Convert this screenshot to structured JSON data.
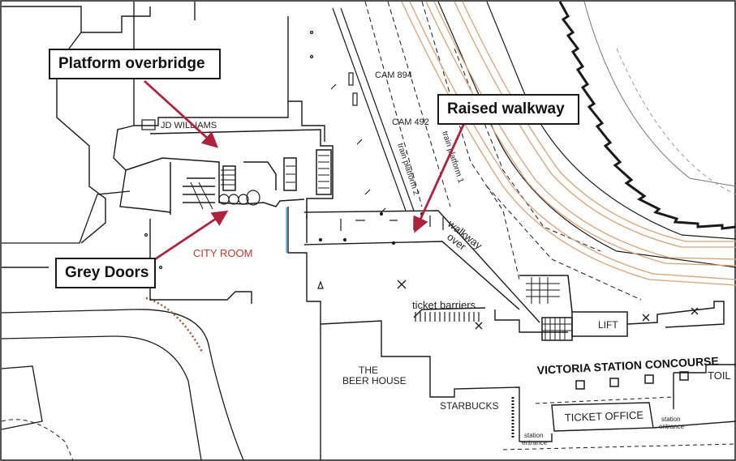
{
  "callouts": {
    "overbridge": "Platform overbridge",
    "walkway": "Raised walkway",
    "grey_doors": "Grey Doors"
  },
  "labels": {
    "jd_williams": "JD WILLIAMS",
    "cam_894": "CAM 894",
    "cam_492": "CAM 492",
    "train_platform_2": "train platform 2",
    "train_platform_1": "train platform 1",
    "walkway": "walkway",
    "over": "over",
    "city_room": "CITY ROOM",
    "ticket_barriers": "ticket barriers",
    "lift": "LIFT",
    "concourse": "VICTORIA STATION CONCOURSE",
    "toilets": "TOIL",
    "beer_house_1": "THE",
    "beer_house_2": "BEER HOUSE",
    "starbucks": "STARBUCKS",
    "ticket_office": "TICKET OFFICE",
    "station_entrance_1a": "station",
    "station_entrance_1b": "entrance",
    "station_entrance_2a": "station",
    "station_entrance_2b": "entrance"
  },
  "colors": {
    "arrow": "#b0213a",
    "track": "#d9a273",
    "city_room": "#c0392b",
    "grey_door": "#3fa9d8",
    "line": "#1a1a1a"
  }
}
